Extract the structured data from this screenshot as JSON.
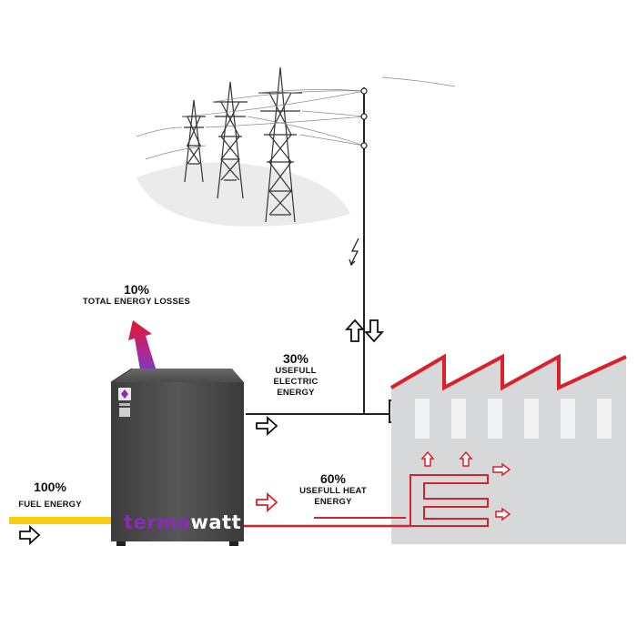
{
  "colors": {
    "fuel_line": "#f5cf10",
    "heat_red": "#d8212a",
    "cold_blue": "#35a7dc",
    "unit_body": "#4a4a4a",
    "factory_wall": "#d7d8da",
    "brand_purple": "#8a2bb5"
  },
  "losses": {
    "percent": "10%",
    "label": "TOTAL ENERGY LOSSES"
  },
  "electric": {
    "percent": "30%",
    "label_line1": "USEFULL",
    "label_line2": "ELECTRIC",
    "label_line3": "ENERGY"
  },
  "heat": {
    "percent": "60%",
    "label_line1": "USEFULL HEAT",
    "label_line2": "ENERGY"
  },
  "fuel": {
    "percent": "100%",
    "label": "FUEL ENERGY"
  },
  "brand": {
    "part1": "termo",
    "part2": "watt"
  },
  "icons": [
    "pylon-icon",
    "lightning-icon",
    "exhaust-arrow-icon",
    "flow-arrow-icon",
    "factory-icon",
    "heat-coil-icon"
  ]
}
